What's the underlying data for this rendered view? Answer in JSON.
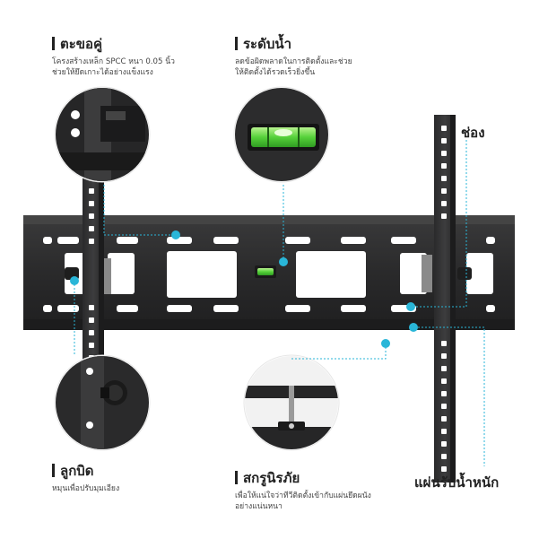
{
  "accent_color": "#29b6d8",
  "product": {
    "name": "tilting-tv-wall-mount",
    "colors": {
      "steel": "#2f2f30",
      "level_fluid": "#6ee04a",
      "accent": "#29b6d8"
    }
  },
  "labels": {
    "hook": {
      "title": "ตะขอคู่",
      "desc_line1": "โครงสร้างเหล็ก SPCC หนา 0.05 นิ้ว",
      "desc_line2": "ช่วยให้ยึดเกาะได้อย่างแข็งแรง"
    },
    "level": {
      "title": "ระดับน้ำ",
      "desc_line1": "ลดข้อผิดพลาดในการติดตั้งและช่วย",
      "desc_line2": "ให้ติดตั้งได้รวดเร็วยิ่งขึ้น"
    },
    "holes": {
      "title": "ช่อง"
    },
    "knob": {
      "title": "ลูกบิด",
      "desc_line1": "หมุนเพื่อปรับมุมเอียง"
    },
    "safety_screw": {
      "title": "สกรูนิรภัย",
      "desc_line1": "เพื่อให้แน่ใจว่าทีวีติดตั้งเข้ากับแผ่นยึดผนัง",
      "desc_line2": "อย่างแน่นหนา"
    },
    "load_plate": {
      "title": "แผ่นรับน้ำหนัก"
    }
  }
}
